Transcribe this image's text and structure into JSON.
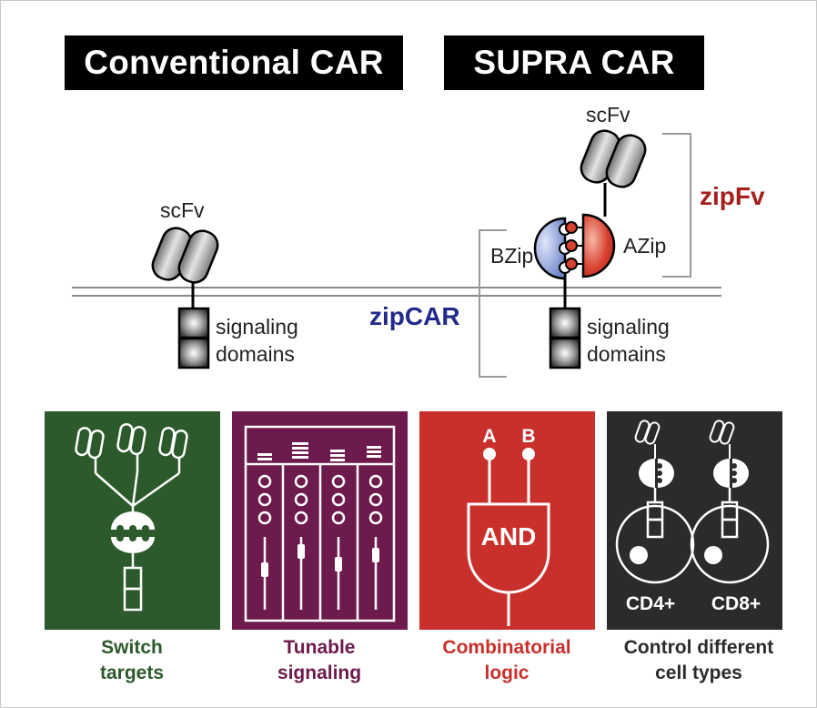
{
  "titles": {
    "conventional": "Conventional CAR",
    "supra": "SUPRA CAR"
  },
  "diagram": {
    "conv_scfv": "scFv",
    "conv_signaling_1": "signaling",
    "conv_signaling_2": "domains",
    "supra_scfv": "scFv",
    "zipfv": "zipFv",
    "azip": "AZip",
    "bzip": "BZip",
    "zipcar": "zipCAR",
    "supra_signaling_1": "signaling",
    "supra_signaling_2": "domains"
  },
  "panels": {
    "logic_input_a": "A",
    "logic_input_b": "B",
    "logic_gate": "AND",
    "cells_label_1": "CD4+",
    "cells_label_2": "CD8+"
  },
  "captions": {
    "switch": [
      "Switch",
      "targets"
    ],
    "tunable": [
      "Tunable",
      "signaling"
    ],
    "logic": [
      "Combinatorial",
      "logic"
    ],
    "cells": [
      "Control different",
      "cell types"
    ]
  },
  "colors": {
    "green": "#2c5a2c",
    "purple": "#6d1a4d",
    "red": "#c9302c",
    "dark": "#2b2b2b",
    "zipfv": "#a3201c",
    "zipcar": "#1f2a8a",
    "bzip_fill": "#8fa6e0",
    "azip_fill": "#d9412f"
  }
}
